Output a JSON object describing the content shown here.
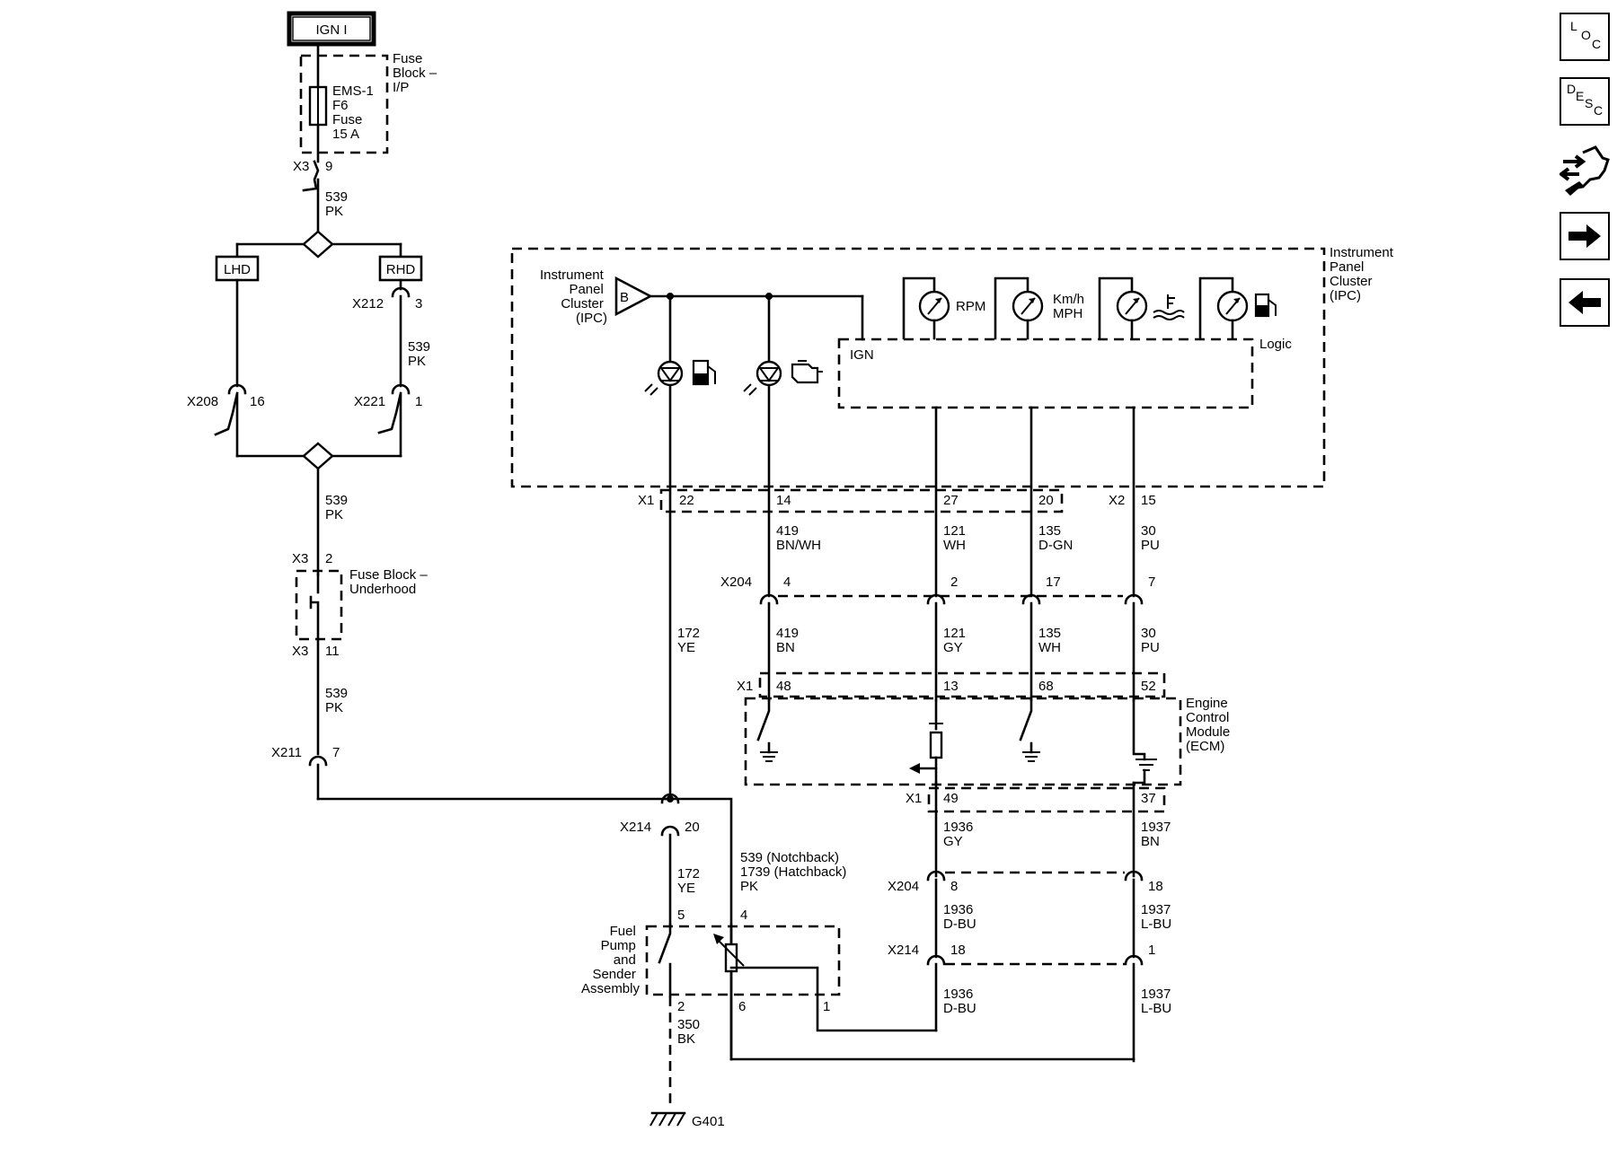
{
  "header": {
    "ign": "IGN I"
  },
  "fuse_block_ip": {
    "title_lines": [
      "Fuse",
      "Block –",
      "I/P"
    ],
    "fuse_lines": [
      "EMS-1",
      "F6",
      "Fuse",
      "15 A"
    ],
    "connector": "X3",
    "pin": "9"
  },
  "wires": {
    "w539_pk": [
      "539",
      "PK"
    ],
    "w419_bnwh": [
      "419",
      "BN/WH"
    ],
    "w121_wh": [
      "121",
      "WH"
    ],
    "w135_dgn": [
      "135",
      "D-GN"
    ],
    "w30_pu": [
      "30",
      "PU"
    ],
    "w172_ye": [
      "172",
      "YE"
    ],
    "w419_bn": [
      "419",
      "BN"
    ],
    "w121_gy": [
      "121",
      "GY"
    ],
    "w135_wh": [
      "135",
      "WH"
    ],
    "w1936_gy": [
      "1936",
      "GY"
    ],
    "w1937_bn": [
      "1937",
      "BN"
    ],
    "w1936_dbu": [
      "1936",
      "D-BU"
    ],
    "w1937_lbu": [
      "1937",
      "L-BU"
    ],
    "w539_1739": [
      "539 (Notchback)",
      "1739 (Hatchback)",
      "PK"
    ],
    "w350_bk": [
      "350",
      "BK"
    ]
  },
  "options": {
    "lhd": "LHD",
    "rhd": "RHD"
  },
  "connectors": {
    "x212": "X212",
    "x212_pin": "3",
    "x208": "X208",
    "x208_pin": "16",
    "x221": "X221",
    "x221_pin": "1",
    "x3": "X3",
    "x3_pin_top": "2",
    "x3_pin_bottom": "11",
    "x211": "X211",
    "x211_pin": "7",
    "x214": "X214",
    "x214_pin_ye": "20",
    "x214_pin_dbu": "18",
    "x214_pin_lbu": "1",
    "x204": "X204",
    "x204_pin_bn": "4",
    "x204_pin_gy": "2",
    "x204_pin_wh": "17",
    "x204_pin_pu": "7",
    "x204_pin_dbu": "8",
    "x204_pin_lbu": "18",
    "x1": "X1",
    "x2": "X2",
    "ipc_x1_pins": [
      "22",
      "14",
      "27",
      "20"
    ],
    "ipc_x2_pin": "15",
    "ecm_x1_top_pins": [
      "48",
      "13",
      "68",
      "52"
    ],
    "ecm_x1_bottom_pins": [
      "49",
      "37"
    ]
  },
  "fuse_block_underhood": {
    "title_lines": [
      "Fuse Block –",
      "Underhood"
    ]
  },
  "ipc": {
    "title_lines": [
      "Instrument",
      "Panel",
      "Cluster",
      "(IPC)"
    ],
    "left_label_lines": [
      "Instrument",
      "Panel",
      "Cluster",
      "(IPC)"
    ],
    "b_terminal": "B",
    "ign": "IGN",
    "logic": "Logic",
    "rpm": "RPM",
    "speed_lines": [
      "Km/h",
      "MPH"
    ]
  },
  "ecm": {
    "title_lines": [
      "Engine",
      "Control",
      "Module",
      "(ECM)"
    ]
  },
  "fuel_pump": {
    "title_lines": [
      "Fuel",
      "Pump",
      "and",
      "Sender",
      "Assembly"
    ],
    "pins": [
      "5",
      "4",
      "2",
      "6",
      "1"
    ]
  },
  "ground": "G401",
  "side_nav": {
    "loc": [
      "L",
      "O",
      "C"
    ],
    "desc": [
      "D",
      "E",
      "S",
      "C"
    ],
    "icons": [
      "diagnostic-icon",
      "arrow-right-icon",
      "arrow-left-icon"
    ]
  }
}
